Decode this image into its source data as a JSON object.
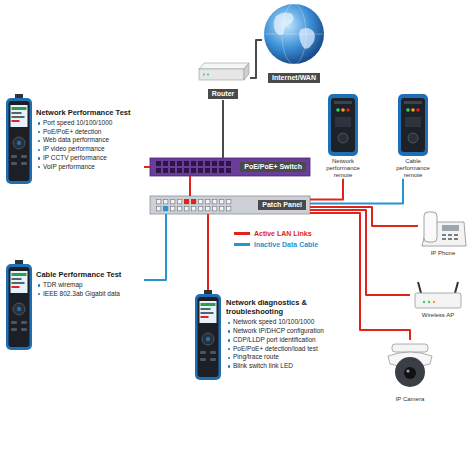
{
  "diagram": {
    "nodes": [
      {
        "text": [
          "Router"
        ]
      },
      {
        "text": [
          "Internet/WAN"
        ]
      },
      {
        "text": [
          "Network Performance Test",
          "Port speed 10/100/1000",
          "PoE/PoE+ detection",
          "Web data performance",
          "IP video performance",
          "IP CCTV performance",
          "VoIP performance"
        ]
      },
      {
        "text": [
          "Network performance remote"
        ]
      },
      {
        "text": [
          "Cable performance remote"
        ]
      },
      {
        "text": [
          "PoE/PoE+ Switch"
        ]
      },
      {
        "text": [
          "Patch Panel"
        ]
      },
      {
        "text": [
          "IP Phone"
        ]
      },
      {
        "text": [
          "Cable Performance Test",
          "TDR wiremap",
          "IEEE 802.3ab Gigabit data"
        ]
      },
      {
        "text": [
          "Wireless AP"
        ]
      },
      {
        "text": [
          "Network diagnostics & troubleshooting",
          "Network speed 10/100/1000",
          "Network IP/DHCP configuration",
          "CDP/LLDP port identification",
          "PoE/PoE+ detection/load test",
          "Ping/trace route",
          "Blink switch link LED"
        ]
      },
      {
        "text": [
          "IP Camera"
        ]
      }
    ],
    "edges": [
      {
        "from": 0,
        "to": 1,
        "arrow": "none"
      },
      {
        "from": 0,
        "to": 5,
        "arrow": "none"
      },
      {
        "from": 5,
        "to": 6,
        "arrow": "none"
      },
      {
        "from": 2,
        "to": 5,
        "arrow": "none"
      },
      {
        "from": 6,
        "to": 3,
        "arrow": "none"
      },
      {
        "from": 6,
        "to": 4,
        "arrow": "none"
      },
      {
        "from": 6,
        "to": 7,
        "arrow": "none"
      },
      {
        "from": 6,
        "to": 9,
        "arrow": "none"
      },
      {
        "from": 6,
        "to": 11,
        "arrow": "none"
      },
      {
        "from": 8,
        "to": 6,
        "arrow": "none"
      },
      {
        "from": 10,
        "to": 6,
        "arrow": "none"
      }
    ],
    "legend": [
      {
        "text": "Active LAN Links",
        "color": "#e2231a"
      },
      {
        "text": "Inactive Data Cable",
        "color": "#2196d3"
      }
    ]
  }
}
